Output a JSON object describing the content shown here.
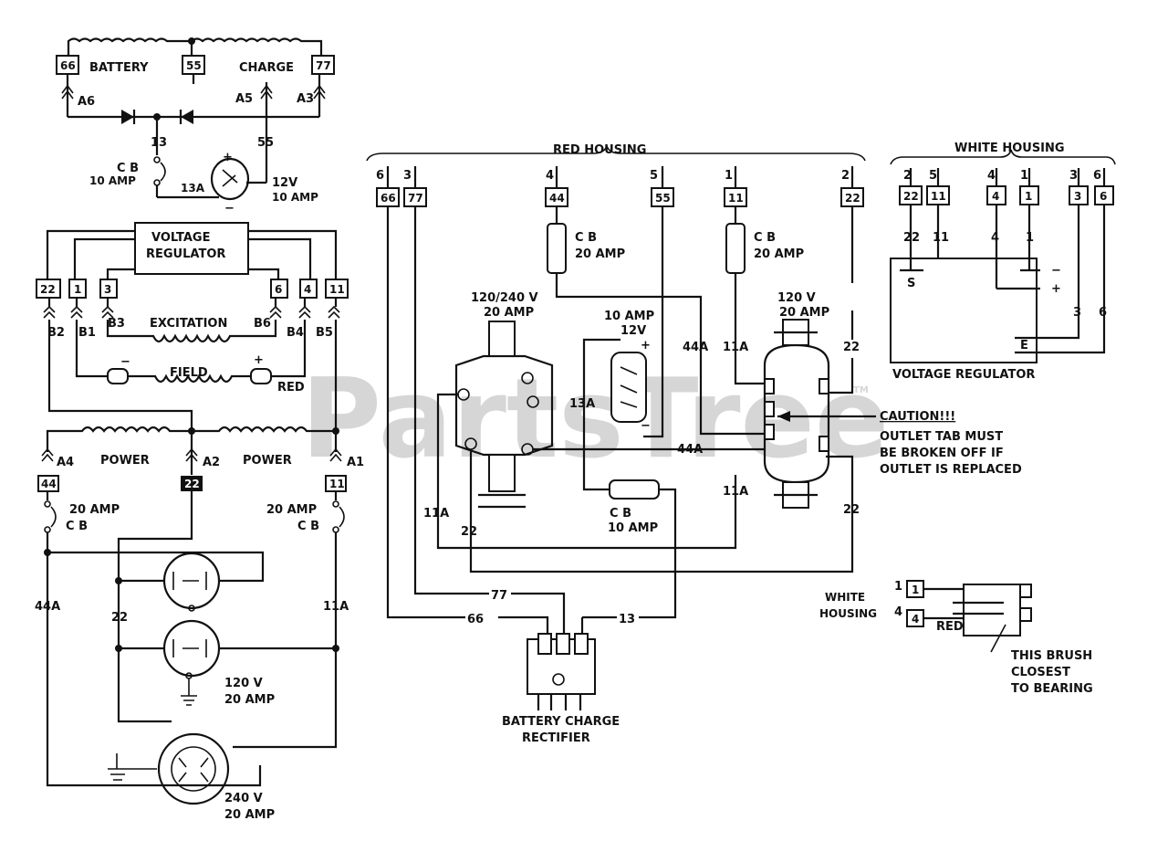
{
  "watermark": {
    "text": "PartsTree",
    "tm": "TM"
  },
  "top_left": {
    "battery_label": "BATTERY",
    "charge_label": "CHARGE",
    "term_66": "66",
    "term_55": "55",
    "term_77": "77",
    "conn_a6": "A6",
    "conn_a5": "A5",
    "conn_a3": "A3",
    "wire_13": "13",
    "wire_55": "55",
    "wire_13a": "13A",
    "cb_label": "C B",
    "cb_amp": "10 AMP",
    "plus": "+",
    "minus": "−",
    "outlet_volt": "12V",
    "outlet_amp": "10 AMP"
  },
  "regulator_left": {
    "title_line1": "VOLTAGE",
    "title_line2": "REGULATOR",
    "terms": [
      "22",
      "1",
      "3",
      "6",
      "4",
      "11"
    ],
    "conns": [
      "B2",
      "B1",
      "B3",
      "B6",
      "B4",
      "B5"
    ],
    "excitation": "EXCITATION",
    "field": "FIELD",
    "minus": "−",
    "plus": "+",
    "red": "RED"
  },
  "power_section": {
    "power1": "POWER",
    "power2": "POWER",
    "a4": "A4",
    "a2": "A2",
    "a1": "A1",
    "t44": "44",
    "t22": "22",
    "t11": "11",
    "cb_left_amp": "20 AMP",
    "cb_left_cb": "C B",
    "cb_right_amp": "20 AMP",
    "cb_right_cb": "C B",
    "w44a": "44A",
    "w22": "22",
    "w11a": "11A",
    "outlet_120v": "120 V",
    "outlet_120a": "20 AMP",
    "outlet_240v": "240 V",
    "outlet_240a": "20 AMP"
  },
  "red_housing": {
    "title": "RED HOUSING",
    "pins": [
      {
        "num": "6",
        "term": "66"
      },
      {
        "num": "3",
        "term": "77"
      },
      {
        "num": "4",
        "term": "44"
      },
      {
        "num": "5",
        "term": "55"
      },
      {
        "num": "1",
        "term": "11"
      },
      {
        "num": "2",
        "term": "22"
      }
    ],
    "cb1": "C B",
    "cb1_amp": "20 AMP",
    "cb2": "C B",
    "cb2_amp": "20 AMP",
    "rec_left_v": "120/240 V",
    "rec_left_a": "20 AMP",
    "rec_mid_amp": "10 AMP",
    "rec_mid_v": "12V",
    "plus": "+",
    "minus": "−",
    "rec_right_v": "120 V",
    "rec_right_a": "20 AMP",
    "w44a_1": "44A",
    "w11a_1": "11A",
    "w22_1": "22",
    "w13a": "13A",
    "w44a_2": "44A",
    "w11a_2": "11A",
    "w22_2": "22",
    "w11a_3": "11A",
    "w22_3": "22",
    "cb3": "C B",
    "cb3_amp": "10 AMP",
    "w77": "77",
    "w66": "66",
    "w13": "13",
    "rectifier_line1": "BATTERY CHARGE",
    "rectifier_line2": "RECTIFIER"
  },
  "caution": {
    "title": "CAUTION!!!",
    "line1": "OUTLET TAB MUST",
    "line2": "BE BROKEN OFF IF",
    "line3": "OUTLET IS REPLACED"
  },
  "white_housing": {
    "title": "WHITE HOUSING",
    "pins": [
      {
        "num": "2",
        "term": "22"
      },
      {
        "num": "5",
        "term": "11"
      },
      {
        "num": "4",
        "term": "4"
      },
      {
        "num": "1",
        "term": "1"
      },
      {
        "num": "3",
        "term": "3"
      },
      {
        "num": "6",
        "term": "6"
      }
    ],
    "w22": "22",
    "w11": "11",
    "w4": "4",
    "w1": "1",
    "w3": "3",
    "w6": "6",
    "s": "S",
    "e": "E",
    "minus": "−",
    "plus": "+",
    "regulator": "VOLTAGE REGULATOR"
  },
  "brush": {
    "wh_line1": "WHITE",
    "wh_line2": "HOUSING",
    "n1": "1",
    "n4": "4",
    "t1": "1",
    "t4": "4",
    "red": "RED",
    "note1": "THIS BRUSH",
    "note2": "CLOSEST",
    "note3": "TO BEARING"
  }
}
